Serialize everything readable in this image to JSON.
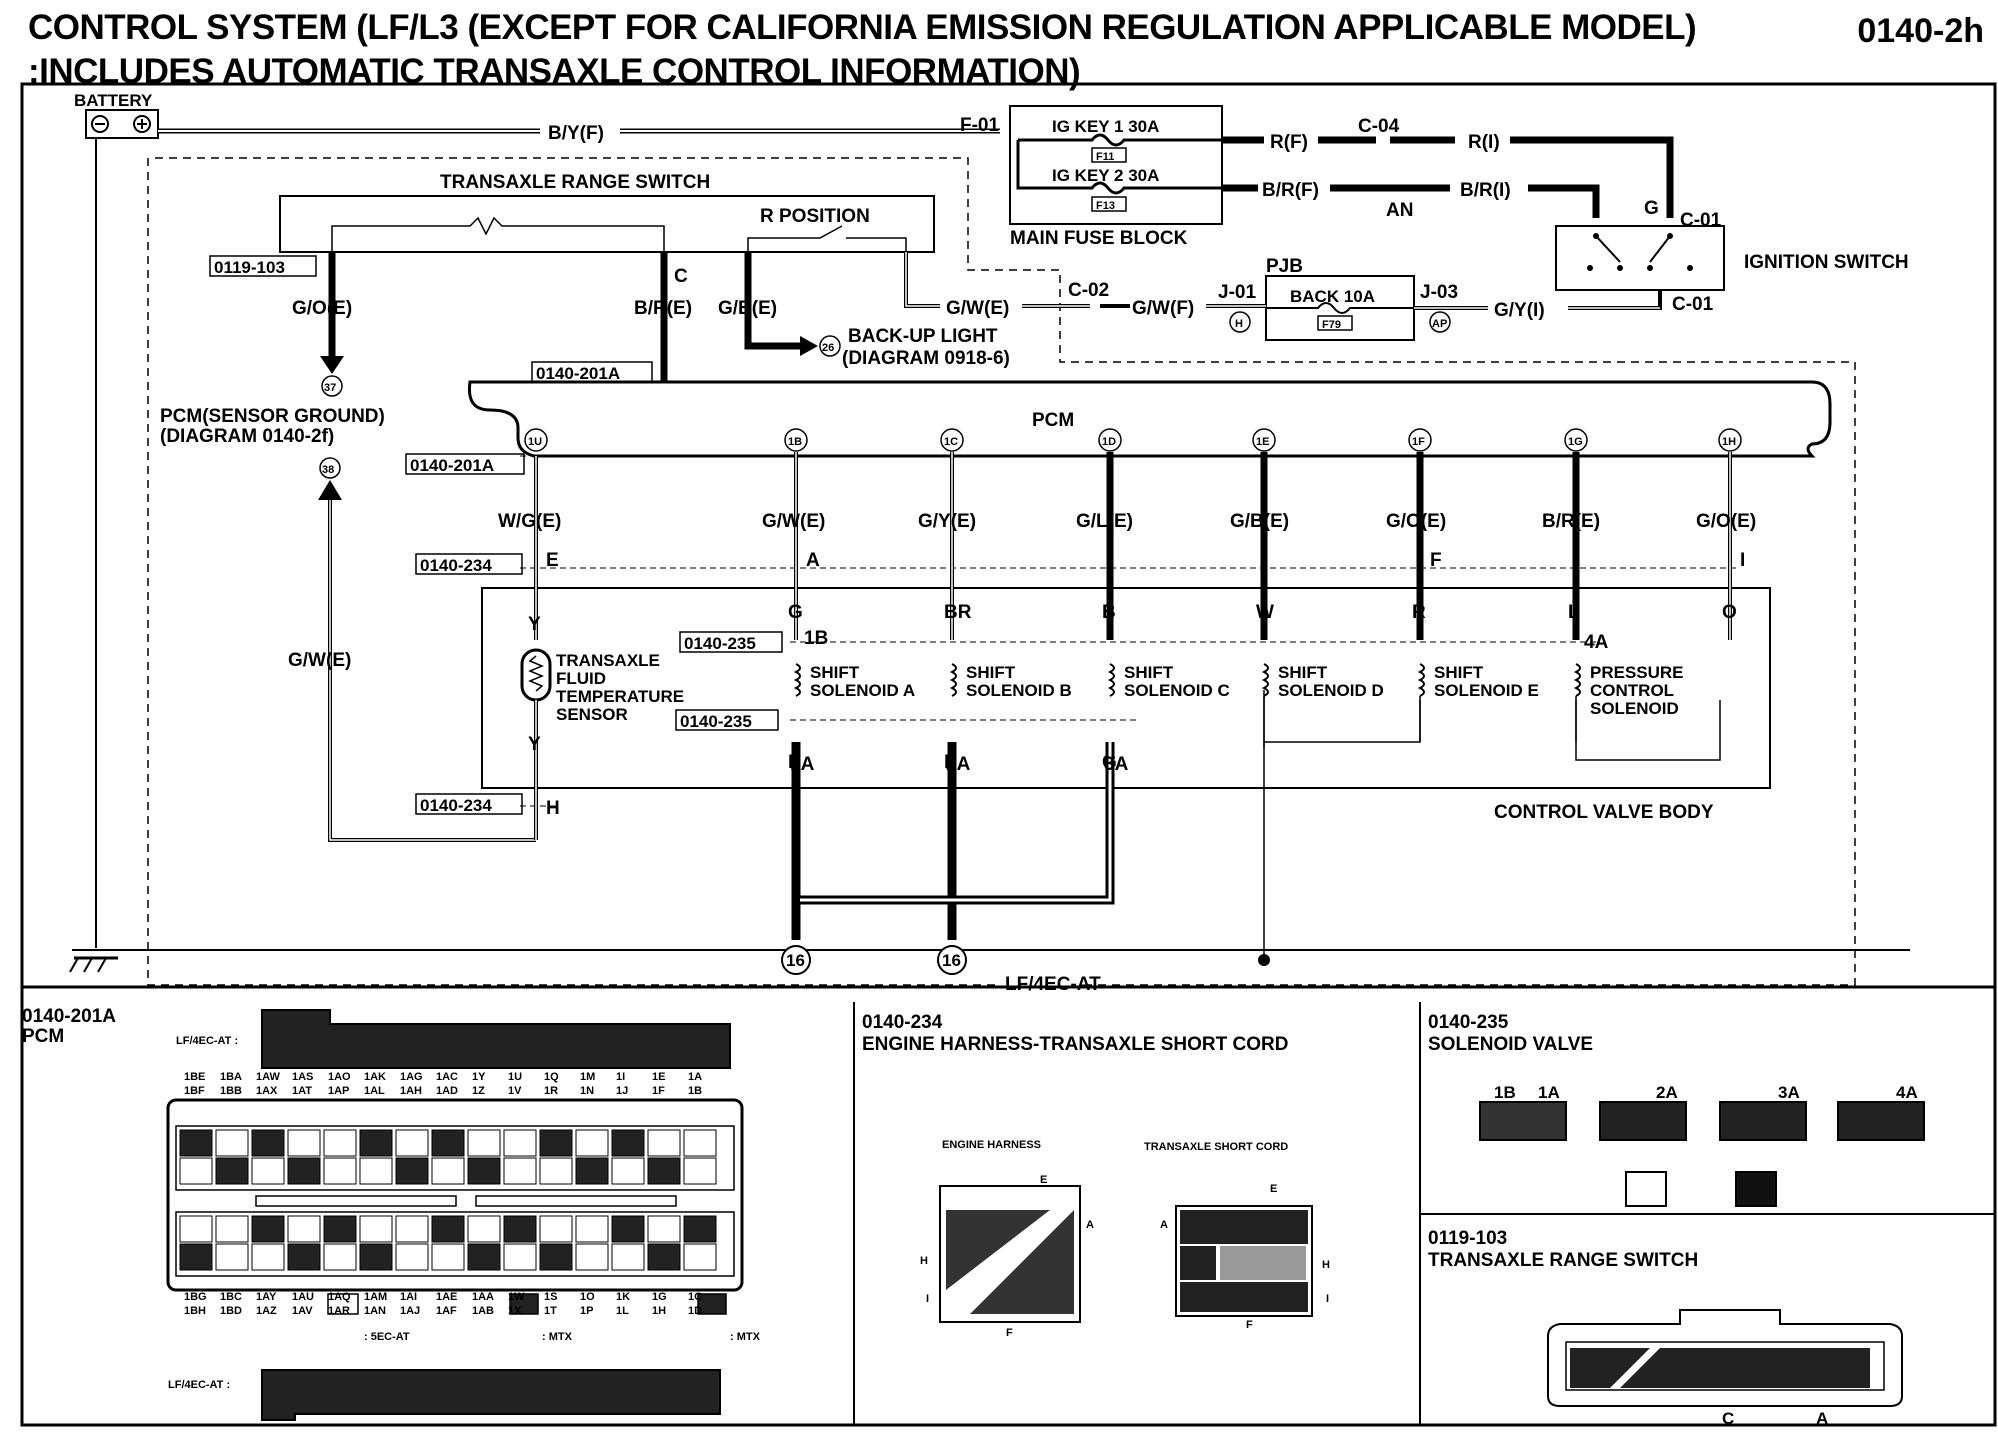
{
  "title": {
    "line1": "CONTROL SYSTEM (LF/L3 (EXCEPT FOR CALIFORNIA EMISSION REGULATION APPLICABLE MODEL)",
    "line2": ":INCLUDES AUTOMATIC TRANSAXLE CONTROL INFORMATION)",
    "page": "0140-2h"
  },
  "top": {
    "battery": "BATTERY",
    "wire_byf": "B/Y(F)",
    "f01": "F-01",
    "ig_key1": "IG KEY 1 30A",
    "f11": "F11",
    "ig_key2": "IG KEY 2 30A",
    "f13": "F13",
    "main_fuse_block": "MAIN FUSE BLOCK",
    "rf": "R(F)",
    "c04": "C-04",
    "ri": "R(I)",
    "brf": "B/R(F)",
    "an": "AN",
    "bri": "B/R(I)",
    "g": "G",
    "c01": "C-01",
    "c01b": "C-01",
    "ignition_switch": "IGNITION SWITCH",
    "pjb": "PJB",
    "back10a": "BACK 10A",
    "f79": "F79",
    "j01": "J-01",
    "j03": "J-03",
    "h": "H",
    "ap": "AP",
    "c02": "C-02",
    "gwf": "G/W(F)",
    "gyi": "G/Y(I)",
    "gwe_top": "G/W(E)"
  },
  "switch": {
    "title": "TRANSAXLE RANGE SWITCH",
    "r_position": "R POSITION",
    "conn": "0119-103",
    "c": "C",
    "goe": "G/O(E)",
    "bre": "B/R(E)",
    "gbe": "G/B(E)",
    "backup": "BACK-UP LIGHT",
    "backup2": "(DIAGRAM 0918-6)",
    "n26": "26",
    "n37": "37",
    "conn201": "0140-201A",
    "s1": "1S"
  },
  "pcm": {
    "sensor_ground": "PCM(SENSOR GROUND)",
    "sensor_ground2": "(DIAGRAM  0140-2f)",
    "n38": "38",
    "label": "PCM",
    "conn201": "0140-201A",
    "conn234": "0140-234",
    "conn234b": "0140-234",
    "conn235a": "0140-235",
    "conn235b": "0140-235",
    "gwe_left": "G/W(E)",
    "e": "E",
    "h": "H",
    "pins": [
      "1U",
      "1B",
      "1C",
      "1D",
      "1E",
      "1F",
      "1G",
      "1H"
    ],
    "wires": [
      "W/G(E)",
      "G/W(E)",
      "G/Y(E)",
      "G/L(E)",
      "G/B(E)",
      "G/O(E)",
      "B/R(E)",
      "G/O(E)"
    ],
    "pin_letters": [
      "",
      "A",
      "",
      "",
      "",
      "F",
      "",
      "I"
    ],
    "colors": [
      "Y",
      "G",
      "BR",
      "B",
      "W",
      "R",
      "L",
      "O"
    ],
    "y2": "Y",
    "sensor": [
      "TRANSAXLE",
      "FLUID",
      "TEMPERATURE",
      "SENSOR"
    ],
    "solenoids": [
      [
        "SHIFT",
        "SOLENOID A"
      ],
      [
        "SHIFT",
        "SOLENOID B"
      ],
      [
        "SHIFT",
        "SOLENOID C"
      ],
      [
        "SHIFT",
        "SOLENOID D"
      ],
      [
        "SHIFT",
        "SOLENOID E"
      ],
      [
        "PRESSURE",
        "CONTROL",
        "SOLENOID"
      ]
    ],
    "p1b": "1B",
    "p4a": "4A",
    "p1a": "1A",
    "p2a": "2A",
    "p3a": "3A",
    "l1": "L",
    "l2": "L",
    "g3": "G",
    "control_valve_body": "CONTROL VALVE BODY",
    "g16a": "16",
    "g16b": "16",
    "lf4ec": "LF/4EC-AT"
  },
  "bottom": {
    "p1_code": "0140-201A",
    "p1_name": "PCM",
    "p1_lf_top": "LF/4EC-AT :",
    "p1_lf_bot": "LF/4EC-AT :",
    "p1_row1a": [
      "1BE",
      "1BA",
      "1AW",
      "1AS",
      "1AO",
      "1AK",
      "1AG",
      "1AC",
      "1Y",
      "1U",
      "1Q",
      "1M",
      "1I",
      "1E",
      "1A"
    ],
    "p1_row1b": [
      "1BF",
      "1BB",
      "1AX",
      "1AT",
      "1AP",
      "1AL",
      "1AH",
      "1AD",
      "1Z",
      "1V",
      "1R",
      "1N",
      "1J",
      "1F",
      "1B"
    ],
    "p1_row2a": [
      "1BG",
      "1BC",
      "1AY",
      "1AU",
      "1AQ",
      "1AM",
      "1AI",
      "1AE",
      "1AA",
      "1W",
      "1S",
      "1O",
      "1K",
      "1G",
      "1C"
    ],
    "p1_row2b": [
      "1BH",
      "1BD",
      "1AZ",
      "1AV",
      "1AR",
      "1AN",
      "1AJ",
      "1AF",
      "1AB",
      "1X",
      "1T",
      "1P",
      "1L",
      "1H",
      "1D"
    ],
    "legend_5ec": ": 5EC-AT",
    "legend_mtx1": ": MTX",
    "legend_mtx2": ": MTX",
    "p2_code": "0140-234",
    "p2_name": "ENGINE HARNESS-TRANSAXLE SHORT CORD",
    "p2_eh": "ENGINE HARNESS",
    "p2_tsc": "TRANSAXLE SHORT CORD",
    "p3_code": "0140-235",
    "p3_name": "SOLENOID VALVE",
    "p3_pins": [
      "1B",
      "1A",
      "2A",
      "3A",
      "4A"
    ],
    "p4_code": "0119-103",
    "p4_name": "TRANSAXLE RANGE SWITCH",
    "p4_c": "C",
    "p4_a": "A"
  }
}
